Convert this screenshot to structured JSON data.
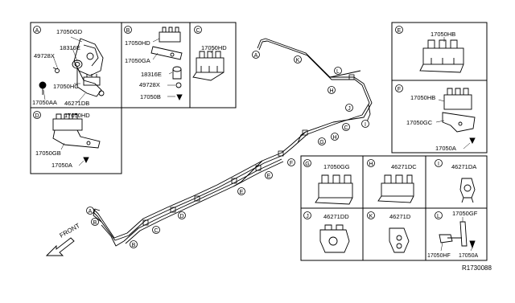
{
  "panels": {
    "A": {
      "letter": "A",
      "labels": {
        "p1": "17050GD",
        "p2": "18316E",
        "p3": "49728X",
        "p4": "17050HC",
        "p5": "46271DB",
        "p6": "17050AA"
      }
    },
    "B": {
      "letter": "B",
      "labels": {
        "p1": "17050HD",
        "p2": "17050GA",
        "p3": "18316E",
        "p4": "49728X",
        "p5": "17050B"
      }
    },
    "C": {
      "letter": "C",
      "labels": {
        "p1": "17050HD"
      }
    },
    "D": {
      "letter": "D",
      "labels": {
        "p1": "17050HD",
        "p2": "17050GB",
        "p3": "17050A"
      }
    },
    "E": {
      "letter": "E",
      "labels": {
        "p1": "17050HB"
      }
    },
    "F": {
      "letter": "F",
      "labels": {
        "p1": "17050HB",
        "p2": "17050GC",
        "p3": "17050A"
      }
    },
    "G": {
      "letter": "G",
      "labels": {
        "p1": "17050GG"
      }
    },
    "H": {
      "letter": "H",
      "labels": {
        "p1": "46271DC"
      }
    },
    "I": {
      "letter": "I",
      "labels": {
        "p1": "46271DA"
      }
    },
    "J": {
      "letter": "J",
      "labels": {
        "p1": "46271DD"
      }
    },
    "K": {
      "letter": "K",
      "labels": {
        "p1": "46271D"
      }
    },
    "L": {
      "letter": "L",
      "labels": {
        "p1": "17050GF",
        "p2": "17050HF",
        "p3": "17050A"
      }
    }
  },
  "callouts": {
    "c1": "A",
    "c2": "A",
    "c3": "K",
    "c4": "L",
    "c5": "H",
    "c6": "J",
    "c7": "C",
    "c8": "I",
    "c9": "H",
    "c10": "G",
    "c11": "F",
    "c12": "E",
    "c13": "E",
    "c14": "D",
    "c15": "C",
    "c16": "B",
    "c17": "B"
  },
  "front_label": "FRONT",
  "ref_code": "R1730088"
}
